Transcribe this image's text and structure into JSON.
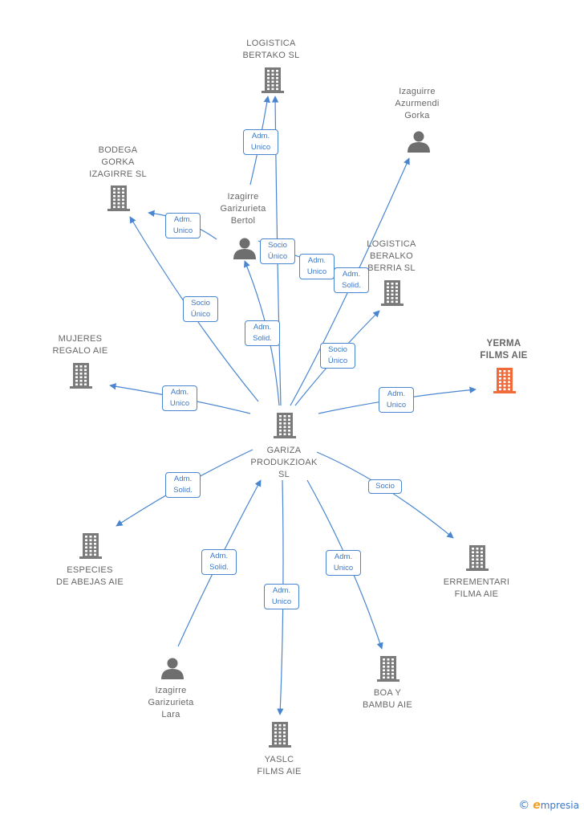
{
  "colors": {
    "edge": "#4a86d0",
    "building": "#7a7a7a",
    "person": "#6e6e6e",
    "highlight": "#f06a3a"
  },
  "nodes": [
    {
      "id": "logistica_bertako",
      "label": "LOGISTICA\nBERTAKO  SL",
      "type": "building"
    },
    {
      "id": "izagirre_azurmendi",
      "label": "Izaguirre\nAzurmendi\nGorka",
      "type": "person"
    },
    {
      "id": "bodega_gorka",
      "label": "BODEGA\nGORKA\nIZAGIRRE  SL",
      "type": "building"
    },
    {
      "id": "izagirre_bertol",
      "label": "Izagirre\nGarizurieta\nBertol",
      "type": "person"
    },
    {
      "id": "logistica_beralko",
      "label": "LOGISTICA\nBERALKO\nBERRIA  SL",
      "type": "building"
    },
    {
      "id": "mujeres_regalo",
      "label": "MUJERES\nREGALO  AIE",
      "type": "building"
    },
    {
      "id": "yerma_films",
      "label": "YERMA\nFILMS  AIE",
      "type": "building-highlight"
    },
    {
      "id": "gariza",
      "label": "GARIZA\nPRODUKZIOAK\nSL",
      "type": "building"
    },
    {
      "id": "especies",
      "label": "ESPECIES\nDE ABEJAS  AIE",
      "type": "building"
    },
    {
      "id": "errementari",
      "label": "ERREMENTARI\nFILMA  AIE",
      "type": "building"
    },
    {
      "id": "izagirre_lara",
      "label": "Izagirre\nGarizurieta\nLara",
      "type": "person"
    },
    {
      "id": "boa_bambu",
      "label": "BOA Y\nBAMBU  AIE",
      "type": "building"
    },
    {
      "id": "yaslc_films",
      "label": "YASLC\nFILMS  AIE",
      "type": "building"
    }
  ],
  "edges": [
    {
      "id": "e1",
      "label": "Adm.\nUnico"
    },
    {
      "id": "e2",
      "label": "Adm.\nUnico"
    },
    {
      "id": "e3",
      "label": "Socio\nÚnico"
    },
    {
      "id": "e4",
      "label": "Adm.\nUnico"
    },
    {
      "id": "e5",
      "label": "Adm.\nSolid."
    },
    {
      "id": "e6",
      "label": "Adm.\nSolid."
    },
    {
      "id": "e7",
      "label": "Socio\nÚnico"
    },
    {
      "id": "e8",
      "label": "Socio\nÚnico"
    },
    {
      "id": "e9",
      "label": "Adm.\nUnico"
    },
    {
      "id": "e10",
      "label": "Adm.\nUnico"
    },
    {
      "id": "e11",
      "label": "Adm.\nSolid."
    },
    {
      "id": "e12",
      "label": "Socio"
    },
    {
      "id": "e13",
      "label": "Adm.\nSolid."
    },
    {
      "id": "e14",
      "label": "Adm.\nUnico"
    },
    {
      "id": "e15",
      "label": "Adm.\nUnico"
    }
  ],
  "watermark": {
    "symbol": "©",
    "brand_initial": "e",
    "brand_rest": "mpresia"
  }
}
